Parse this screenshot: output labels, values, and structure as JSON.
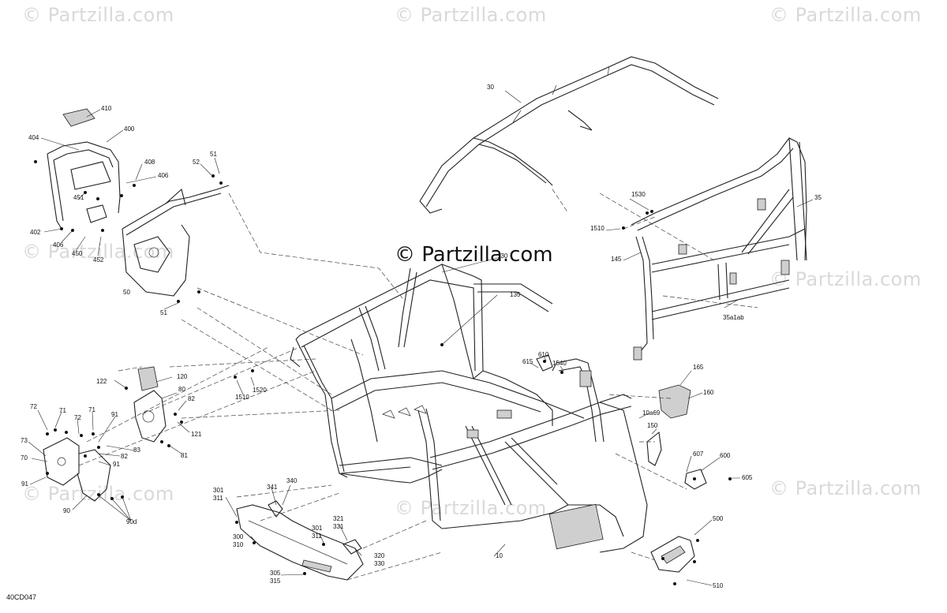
{
  "watermarks": {
    "corner": "© Partzilla.com",
    "center": "© Partzilla.com"
  },
  "diagram_code": "40CD047",
  "callouts": [
    {
      "id": "c410",
      "text": "410"
    },
    {
      "id": "c400",
      "text": "400"
    },
    {
      "id": "c404",
      "text": "404"
    },
    {
      "id": "c408",
      "text": "408"
    },
    {
      "id": "c406a",
      "text": "406"
    },
    {
      "id": "c451",
      "text": "451"
    },
    {
      "id": "c402",
      "text": "402"
    },
    {
      "id": "c406b",
      "text": "406"
    },
    {
      "id": "c450",
      "text": "450"
    },
    {
      "id": "c452",
      "text": "452"
    },
    {
      "id": "c51a",
      "text": "51"
    },
    {
      "id": "c52",
      "text": "52"
    },
    {
      "id": "c50",
      "text": "50"
    },
    {
      "id": "c51b",
      "text": "51"
    },
    {
      "id": "c30",
      "text": "30"
    },
    {
      "id": "c1530",
      "text": "1530"
    },
    {
      "id": "c1510a",
      "text": "1510"
    },
    {
      "id": "c35",
      "text": "35"
    },
    {
      "id": "c145",
      "text": "145"
    },
    {
      "id": "c35a1ab",
      "text": "35a1ab"
    },
    {
      "id": "c130",
      "text": "130"
    },
    {
      "id": "c135",
      "text": "135"
    },
    {
      "id": "c1540",
      "text": "1540"
    },
    {
      "id": "c610",
      "text": "610"
    },
    {
      "id": "c615",
      "text": "615"
    },
    {
      "id": "c165",
      "text": "165"
    },
    {
      "id": "c160",
      "text": "160"
    },
    {
      "id": "c10a69",
      "text": "10a69"
    },
    {
      "id": "c150",
      "text": "150"
    },
    {
      "id": "c607",
      "text": "607"
    },
    {
      "id": "c600",
      "text": "600"
    },
    {
      "id": "c605",
      "text": "605"
    },
    {
      "id": "c120",
      "text": "120"
    },
    {
      "id": "c122",
      "text": "122"
    },
    {
      "id": "c80",
      "text": "80"
    },
    {
      "id": "c82a",
      "text": "82"
    },
    {
      "id": "c121",
      "text": "121"
    },
    {
      "id": "c1520",
      "text": "1520"
    },
    {
      "id": "c1510b",
      "text": "1510"
    },
    {
      "id": "c72a",
      "text": "72"
    },
    {
      "id": "c71a",
      "text": "71"
    },
    {
      "id": "c72b",
      "text": "72"
    },
    {
      "id": "c71b",
      "text": "71"
    },
    {
      "id": "c91a",
      "text": "91"
    },
    {
      "id": "c73",
      "text": "73"
    },
    {
      "id": "c83",
      "text": "83"
    },
    {
      "id": "c82b",
      "text": "82"
    },
    {
      "id": "c81",
      "text": "81"
    },
    {
      "id": "c91b",
      "text": "91"
    },
    {
      "id": "c70",
      "text": "70"
    },
    {
      "id": "c91c",
      "text": "91"
    },
    {
      "id": "c90",
      "text": "90"
    },
    {
      "id": "c90d",
      "text": "90d"
    },
    {
      "id": "c301a",
      "text": "301\n311"
    },
    {
      "id": "c341",
      "text": "341"
    },
    {
      "id": "c340",
      "text": "340"
    },
    {
      "id": "c321",
      "text": "321\n331"
    },
    {
      "id": "c301b",
      "text": "301\n311"
    },
    {
      "id": "c300",
      "text": "300\n310"
    },
    {
      "id": "c320",
      "text": "320\n330"
    },
    {
      "id": "c305",
      "text": "305\n315"
    },
    {
      "id": "c10",
      "text": "10"
    },
    {
      "id": "c500",
      "text": "500"
    },
    {
      "id": "c510",
      "text": "510"
    }
  ]
}
